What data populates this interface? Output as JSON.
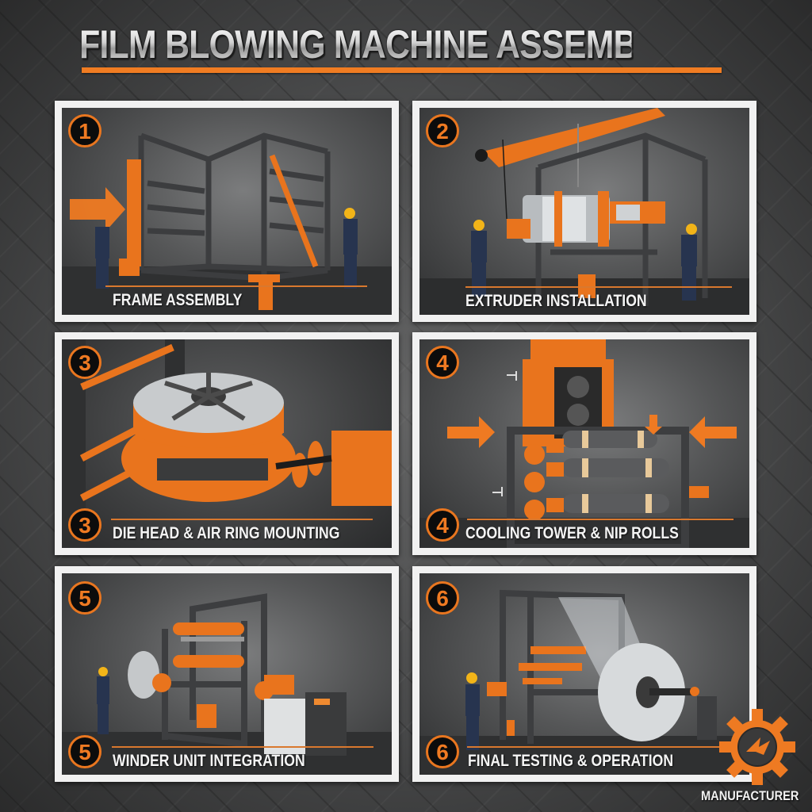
{
  "header": {
    "title": "FILM BLOWING MACHINE ASSEMBLY"
  },
  "colors": {
    "accent": "#f07c22",
    "panel_border": "#f1f1f1",
    "badge_bg": "#0c0c0c",
    "caption_text": "#f4f4f4",
    "background": "#4c4d4e"
  },
  "steps": [
    {
      "number": "1",
      "label": "FRAME ASSEMBLY",
      "icon": "steel-frame-with-workers"
    },
    {
      "number": "2",
      "label": "EXTRUDER INSTALLATION",
      "icon": "overhead-crane-extruder"
    },
    {
      "number": "3",
      "label": "DIE HEAD & AIR RING MOUNTING",
      "icon": "die-head-air-ring"
    },
    {
      "number": "4",
      "label": "COOLING TOWER & NIP ROLLS",
      "icon": "cooling-tower-nip-rolls"
    },
    {
      "number": "5",
      "label": "WINDER UNIT INTEGRATION",
      "icon": "winder-unit"
    },
    {
      "number": "6",
      "label": "FINAL TESTING & OPERATION",
      "icon": "film-roll-operation"
    }
  ],
  "logo": {
    "icon": "gear-icon",
    "label": "MANUFACTURER"
  }
}
